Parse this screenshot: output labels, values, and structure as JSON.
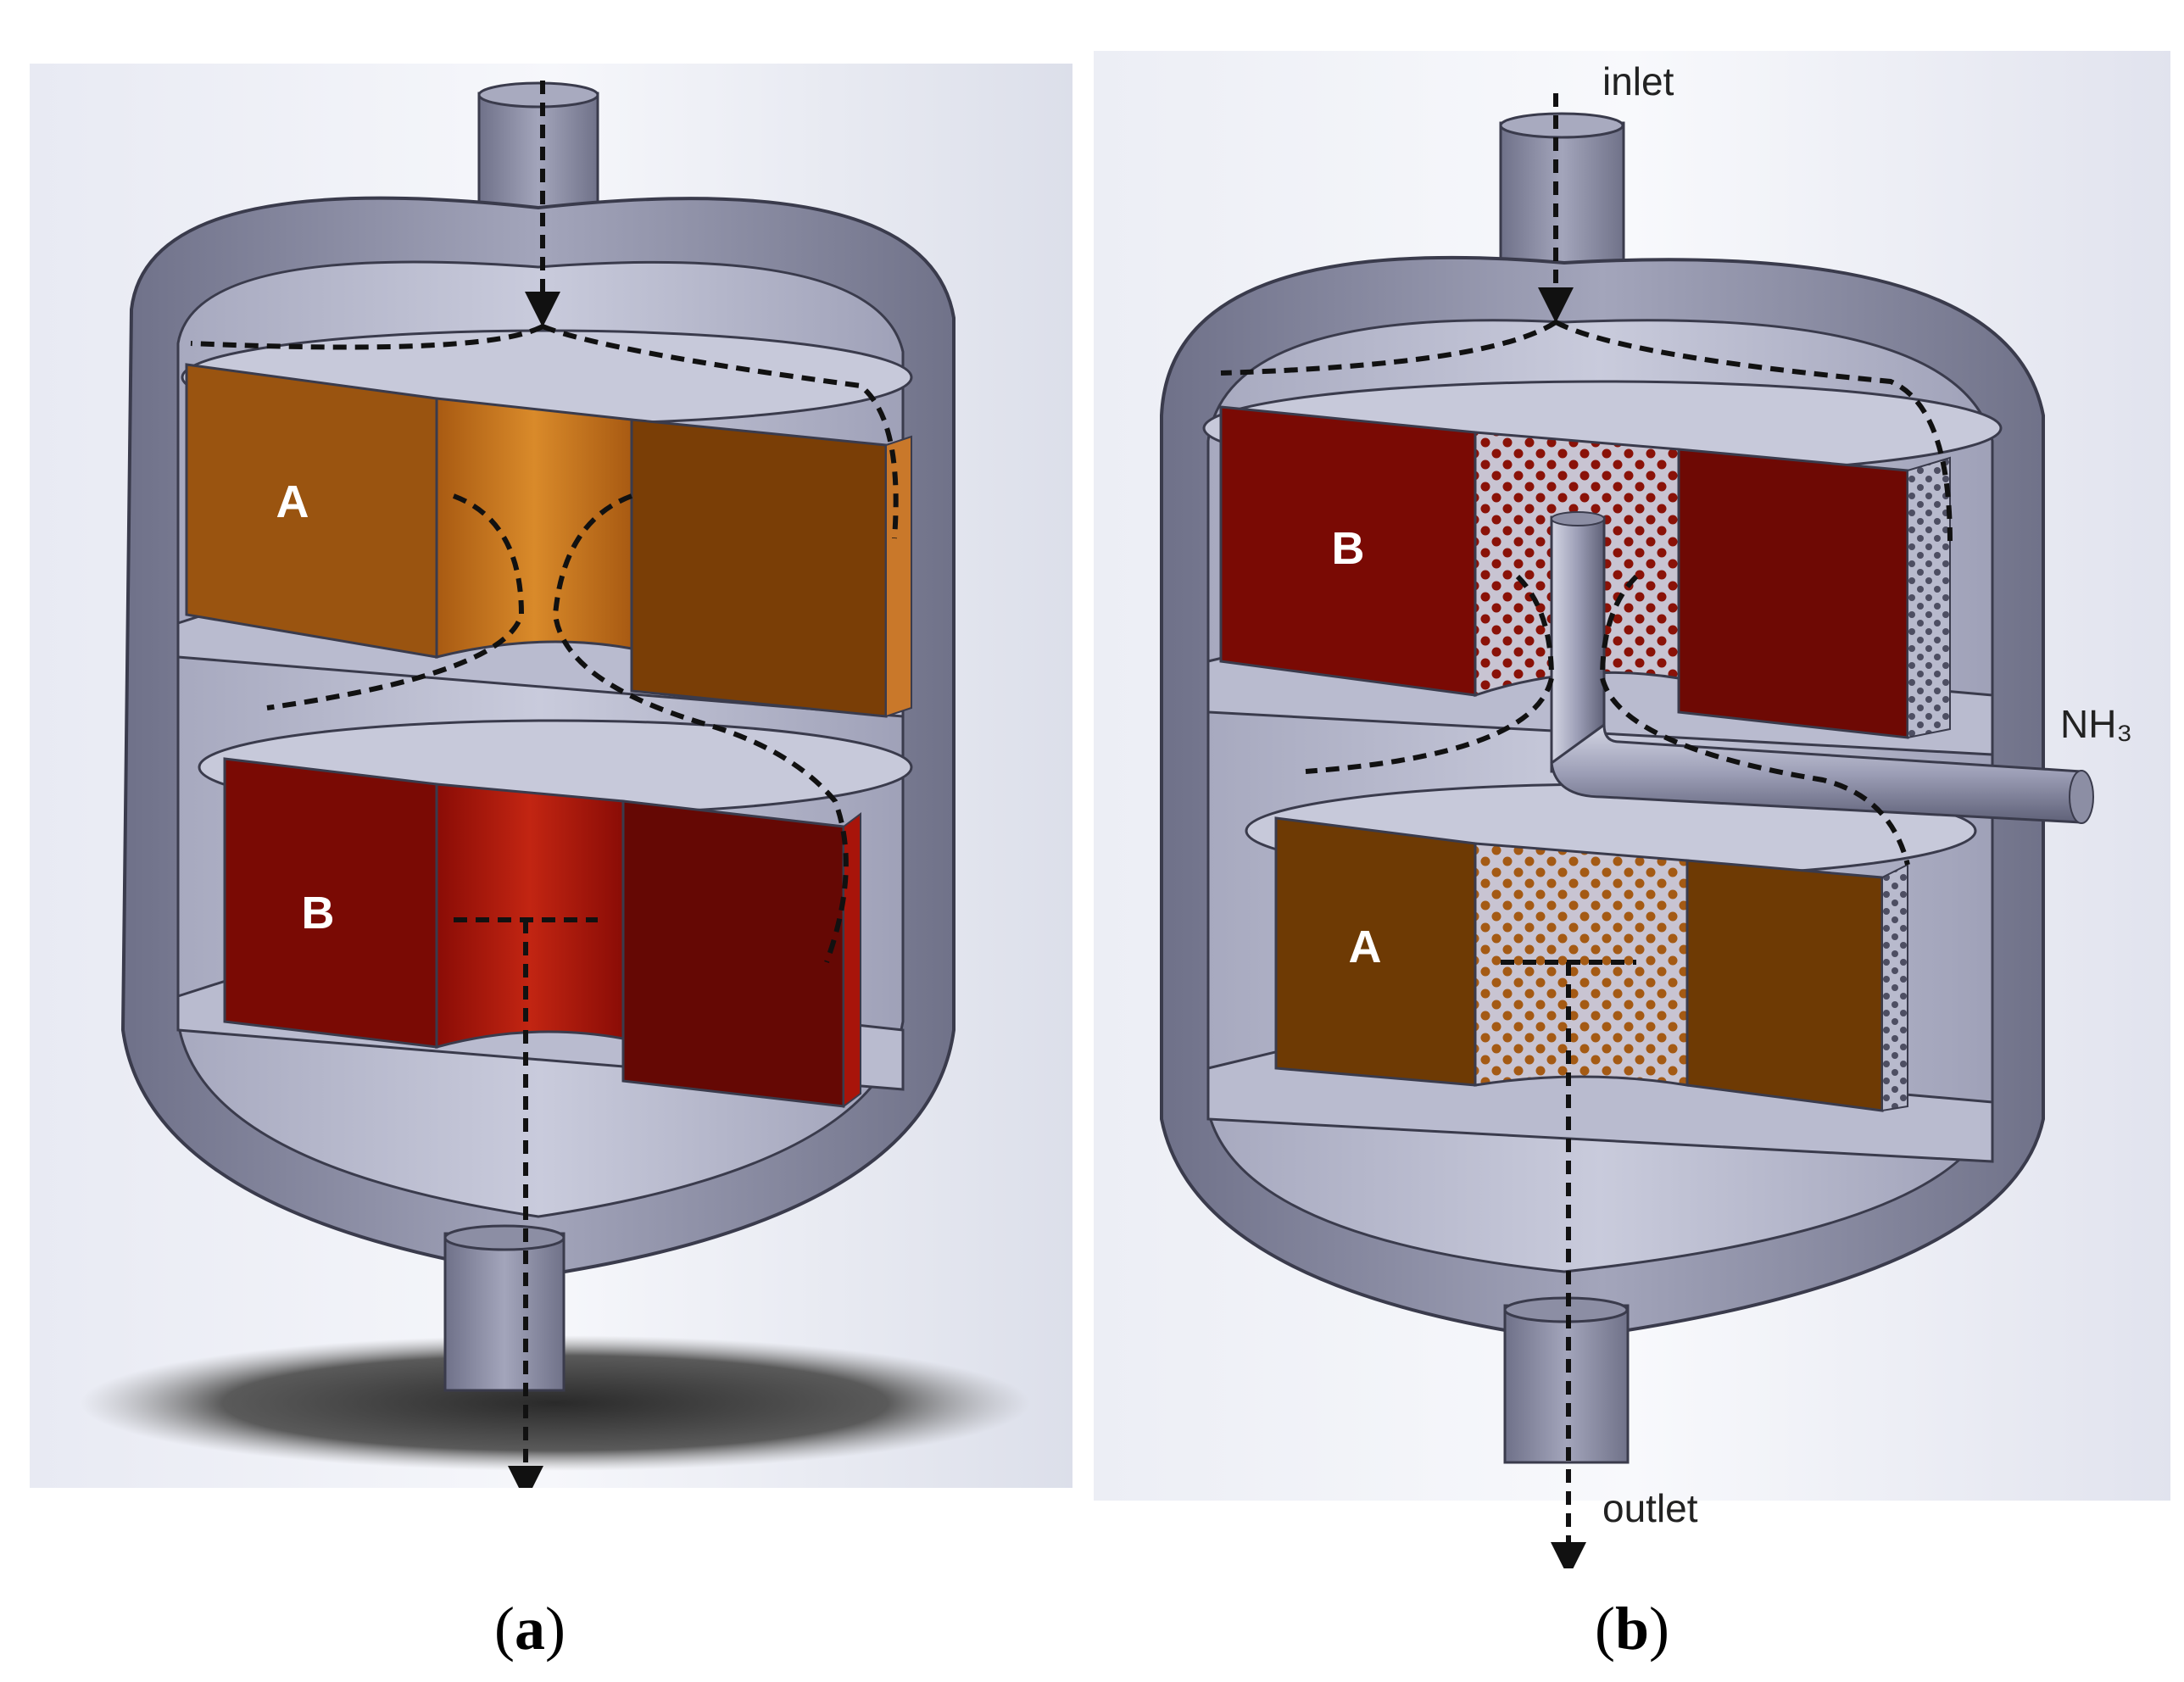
{
  "panel_a": {
    "caption_letter": "a",
    "bed_top_label": "A",
    "bed_bottom_label": "B"
  },
  "panel_b": {
    "caption_letter": "b",
    "bed_top_label": "B",
    "bed_bottom_label": "A",
    "inlet_label": "inlet",
    "outlet_label": "outlet",
    "nh3_label": "NH₃"
  },
  "colors": {
    "vessel_shell": "#8d8fa6",
    "vessel_inner": "#c2c4d6",
    "bed_a_orange": "#9a5410",
    "bed_b_red": "#7a0a04",
    "flow_arrow": "#111111"
  }
}
